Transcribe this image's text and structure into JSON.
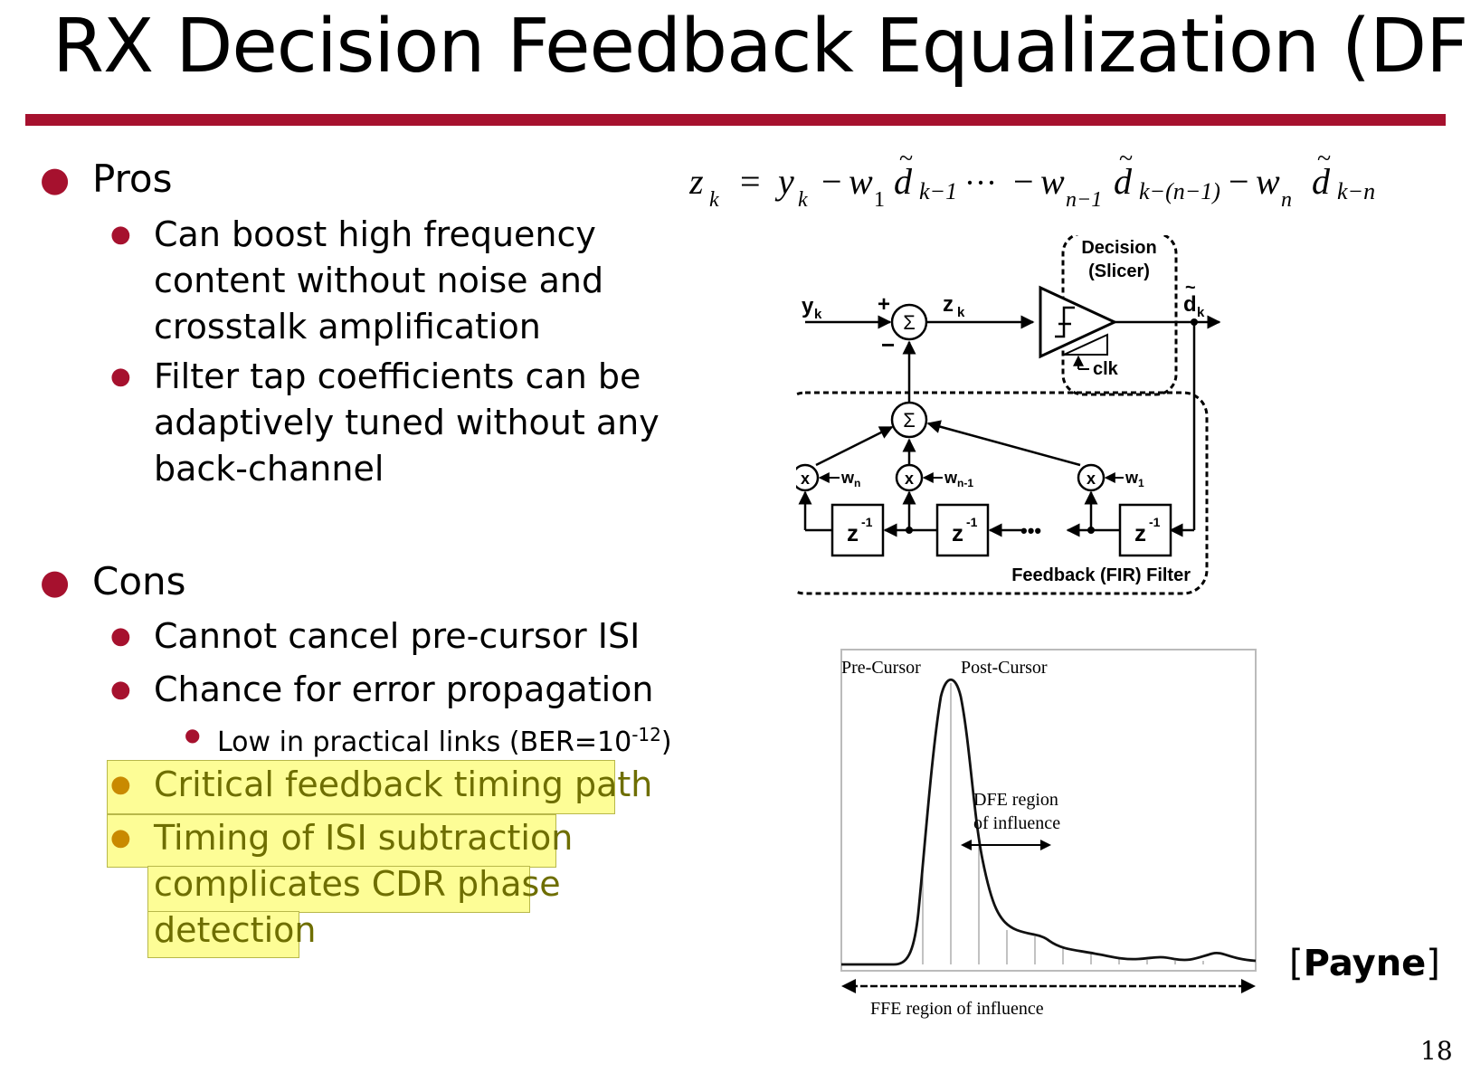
{
  "slide": {
    "title": "RX Decision Feedback Equalization (DFE)",
    "page_number": "18",
    "citation_open": "[",
    "citation_name": "Payne",
    "citation_close": "]"
  },
  "pros": {
    "heading": "Pros",
    "items": [
      [
        "Can boost high frequency",
        "content without noise and",
        "crosstalk amplification"
      ],
      [
        "Filter tap coefficients can be",
        "adaptively tuned without any",
        "back-channel"
      ]
    ]
  },
  "cons": {
    "heading": "Cons",
    "item1": "Cannot cancel pre-cursor ISI",
    "item2": "Chance for error propagation",
    "sub_item_text": "Low in practical links (BER=10",
    "sub_item_exp": "-12",
    "sub_item_close": ")",
    "highlighted_items": [
      [
        "Critical feedback timing path"
      ],
      [
        "Timing of ISI subtraction",
        "complicates CDR phase",
        "detection"
      ]
    ],
    "highlight_color": "#fdfd96"
  },
  "equation": {
    "z": "z",
    "z_sub": "k",
    "eq": "=",
    "y": "y",
    "y_sub": "k",
    "minus": "−",
    "w1": "w",
    "w1_sub": "1",
    "d": "d",
    "tilde": "~",
    "d1_sub": "k−1",
    "dots": "···",
    "wn1": "w",
    "wn1_sub": "n−1",
    "dn1_sub": "k−(n−1)",
    "wn": "w",
    "wn_sub": "n",
    "dn_sub": "k−n"
  },
  "diagram": {
    "slicer_title_line1": "Decision",
    "slicer_title_line2": "(Slicer)",
    "input_label": "y",
    "input_sub": "k",
    "sum_output_label": "z",
    "sum_output_sub": "k",
    "output_label": "d",
    "output_sub": "k",
    "output_tilde": "~",
    "plus_sign": "+",
    "minus_sign": "−",
    "sigma": "Σ",
    "mult": "x",
    "clk_label": "clk",
    "tap_labels": [
      {
        "w": "w",
        "sub": "n"
      },
      {
        "w": "w",
        "sub": "n-1"
      },
      {
        "w": "w",
        "sub": "1"
      }
    ],
    "delay_label": "z",
    "delay_exp": "-1",
    "ellipsis": "•••",
    "filter_label": "Feedback (FIR) Filter"
  },
  "pulse_plot": {
    "pre_cursor": "Pre-Cursor",
    "post_cursor": "Post-Cursor",
    "dfe_line1": "DFE region",
    "dfe_line2": "of influence",
    "ffe_label": "FFE region of influence"
  }
}
